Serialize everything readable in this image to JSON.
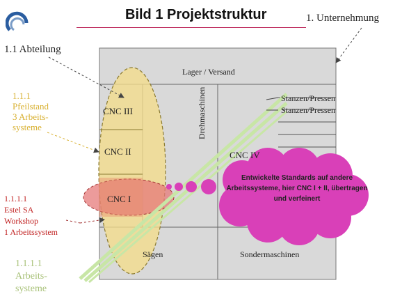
{
  "title": "Bild 1 Projektstruktur",
  "labels": {
    "company": "1. Unternehmung",
    "department": "1.1 Abteilung",
    "workplace_lines": [
      "1.1.1",
      "Pfeilstand",
      "3 Arbeits-",
      "systeme"
    ],
    "red_lines": [
      "1.1.1.1",
      "Estel SA",
      "Workshop",
      "1 Arbeitssystem"
    ],
    "green_lines": [
      "1.1.1.1",
      "Arbeits-",
      "systeme"
    ]
  },
  "panel": {
    "top": "Lager / Versand",
    "stanzen_1": "Stanzen/Pressen",
    "stanzen_2": "Stanzen/Pressen",
    "machines_vertical": "Drehmaschinen",
    "cnc_iv": "CNC IV",
    "bottom_left": "Sägen",
    "bottom_right": "Sondermaschinen"
  },
  "cnc": {
    "cnc3": "CNC III",
    "cnc2": "CNC II",
    "cnc1": "CNC I"
  },
  "cloud": {
    "text": "Entwickelte Standards auf andere Arbeitssysteme, hier CNC I + II, übertragen und verfeinert"
  },
  "colors": {
    "panel": "#d9d9d9",
    "yellow_ellipse": "#f2dc8c",
    "red_ellipse": "#e57a7a",
    "cloud": "#d940b8",
    "green_line": "#c8e6a6",
    "title_rule": "#c03060"
  }
}
